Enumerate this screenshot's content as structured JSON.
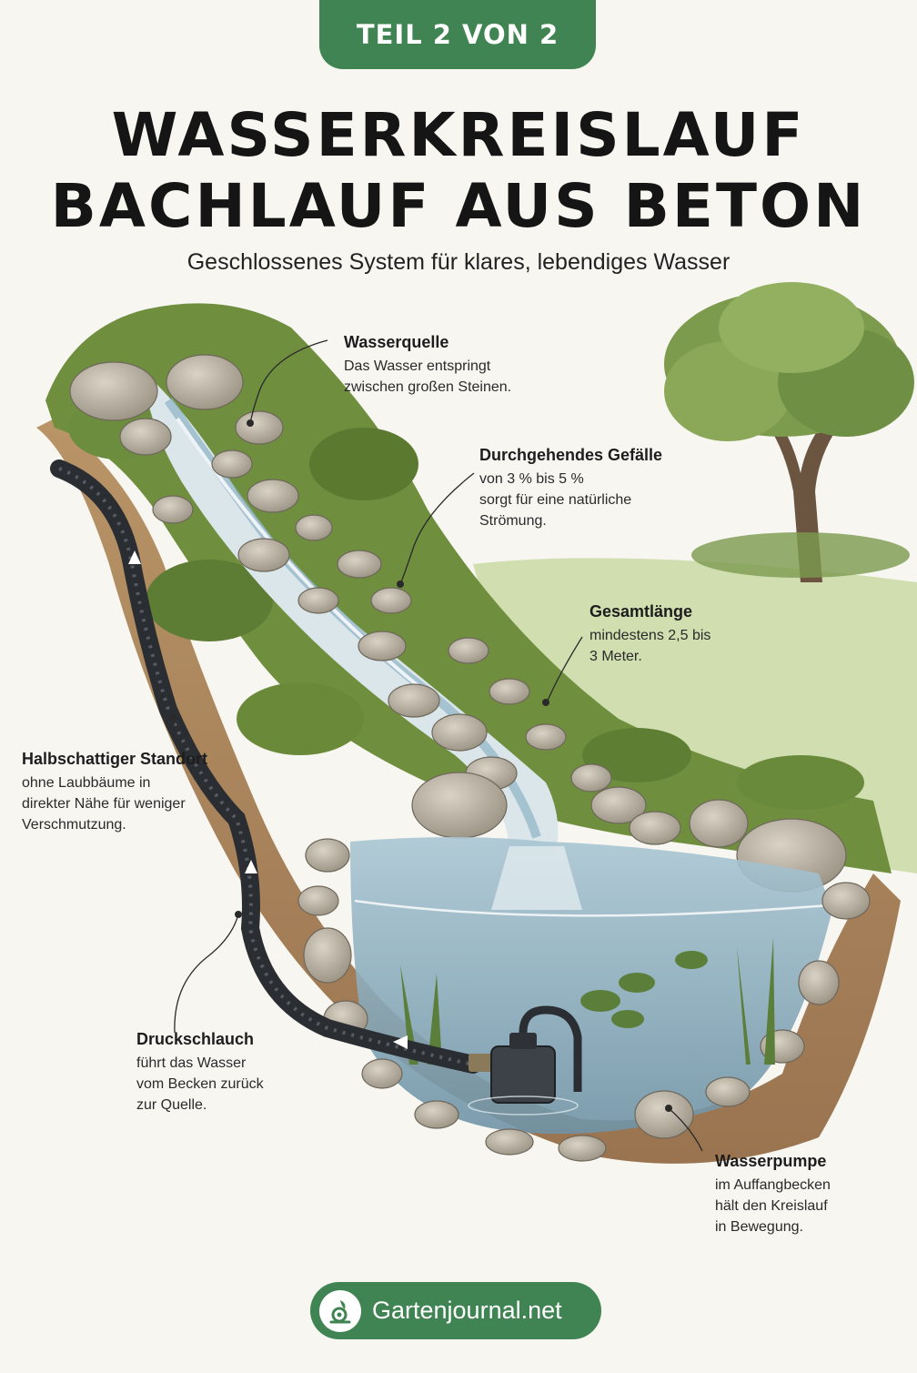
{
  "badge": "TEIL 2 VON 2",
  "title_line1": "WASSERKREISLAUF",
  "title_line2": "BACHLAUF AUS BETON",
  "subtitle": "Geschlossenes System für klares, lebendiges Wasser",
  "annotations": {
    "wasserquelle": {
      "heading": "Wasserquelle",
      "lines": [
        "Das Wasser entspringt",
        "zwischen großen Steinen."
      ]
    },
    "gefaelle": {
      "heading": "Durchgehendes Gefälle",
      "lines": [
        "von 3 % bis 5 %",
        "sorgt für eine natürliche",
        "Strömung."
      ]
    },
    "gesamtlaenge": {
      "heading": "Gesamtlänge",
      "lines": [
        "mindestens 2,5 bis",
        "3 Meter."
      ]
    },
    "standort": {
      "heading": "Halbschattiger Standort",
      "lines": [
        "ohne Laubbäume in",
        "direkter Nähe für weniger",
        "Verschmutzung."
      ]
    },
    "druckschlauch": {
      "heading": "Druckschlauch",
      "lines": [
        "führt das Wasser",
        "vom Becken zurück",
        "zur Quelle."
      ]
    },
    "wasserpumpe": {
      "heading": "Wasserpumpe",
      "lines": [
        "im Auffangbecken",
        "hält den Kreislauf",
        "in Bewegung."
      ]
    }
  },
  "footer": {
    "brand": "Gartenjournal.net",
    "logo_icon": "snail-leaf-icon"
  },
  "colors": {
    "accent_green": "#3f8452",
    "background": "#f7f6f1",
    "water": "#8fb2c4",
    "soil": "#a9855e",
    "hose": "#2a2d31"
  }
}
